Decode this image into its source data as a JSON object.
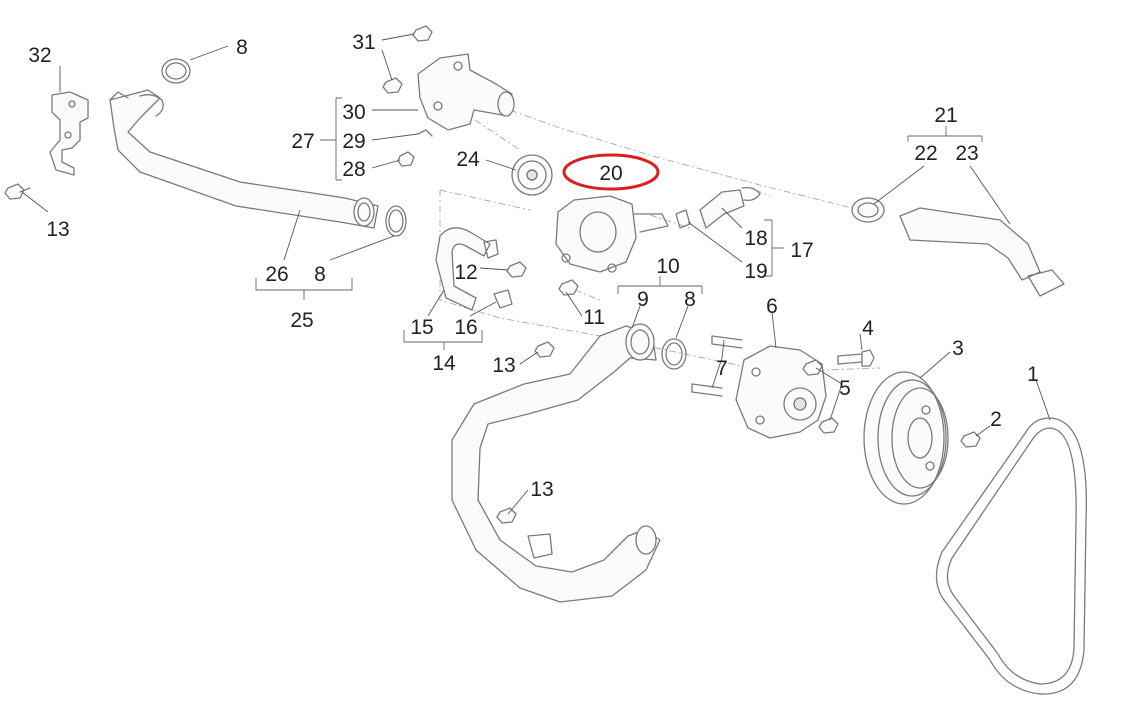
{
  "diagram": {
    "highlight_color": "#d8201f",
    "line_color": "#7a7a7a",
    "callouts": {
      "c1": "1",
      "c2": "2",
      "c3": "3",
      "c4": "4",
      "c5": "5",
      "c6": "6",
      "c7": "7",
      "c8a": "8",
      "c8b": "8",
      "c8c": "8",
      "c9": "9",
      "c10": "10",
      "c11": "11",
      "c12": "12",
      "c13a": "13",
      "c13b": "13",
      "c13c": "13",
      "c14": "14",
      "c15": "15",
      "c16": "16",
      "c17": "17",
      "c18": "18",
      "c19": "19",
      "c20": "20",
      "c21": "21",
      "c22": "22",
      "c23": "23",
      "c24": "24",
      "c25": "25",
      "c26": "26",
      "c27": "27",
      "c28": "28",
      "c29": "29",
      "c30": "30",
      "c31": "31",
      "c32": "32"
    },
    "highlighted_part": "20"
  }
}
